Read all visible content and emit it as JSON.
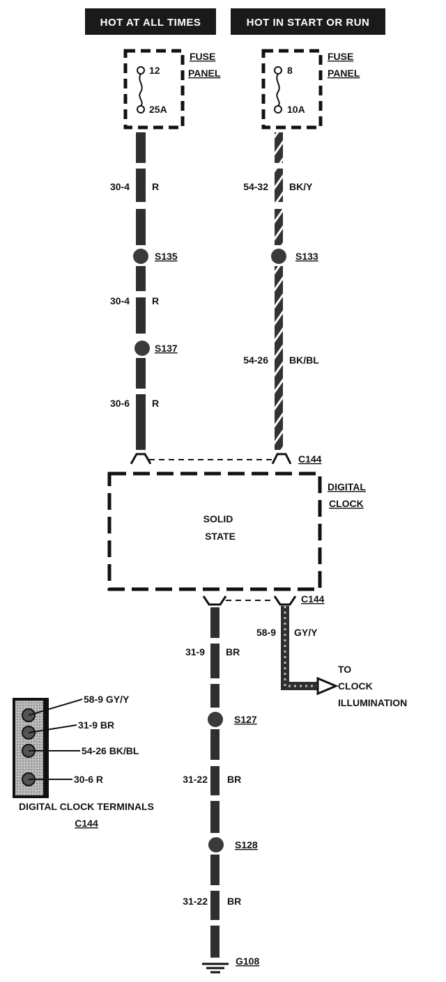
{
  "headers": {
    "left": "HOT AT ALL TIMES",
    "right": "HOT IN START OR RUN"
  },
  "fuse_left": {
    "num": "12",
    "amp": "25A",
    "label1": "FUSE",
    "label2": "PANEL"
  },
  "fuse_right": {
    "num": "8",
    "amp": "10A",
    "label1": "FUSE",
    "label2": "PANEL"
  },
  "left_wire": {
    "seg1_circuit": "30-4",
    "seg1_color": "R",
    "splice1": "S135",
    "seg2_circuit": "30-4",
    "seg2_color": "R",
    "splice2": "S137",
    "seg3_circuit": "30-6",
    "seg3_color": "R"
  },
  "right_wire": {
    "seg1_circuit": "54-32",
    "seg1_color": "BK/Y",
    "splice1": "S133",
    "seg2_circuit": "54-26",
    "seg2_color": "BK/BL"
  },
  "connector_top": "C144",
  "connector_bottom": "C144",
  "clock": {
    "label1": "DIGITAL",
    "label2": "CLOCK",
    "inner1": "SOLID",
    "inner2": "STATE"
  },
  "bottom_wire": {
    "seg1_circuit": "31-9",
    "seg1_color": "BR",
    "splice1": "S127",
    "seg2_circuit": "31-22",
    "seg2_color": "BR",
    "splice2": "S128",
    "seg3_circuit": "31-22",
    "seg3_color": "BR",
    "ground": "G108"
  },
  "illum_wire": {
    "circuit": "58-9",
    "color": "GY/Y",
    "dest1": "TO",
    "dest2": "CLOCK",
    "dest3": "ILLUMINATION"
  },
  "terminals": {
    "t1": "58-9 GY/Y",
    "t2": "31-9 BR",
    "t3": "54-26 BK/BL",
    "t4": "30-6 R",
    "caption": "DIGITAL CLOCK TERMINALS",
    "connector": "C144"
  }
}
